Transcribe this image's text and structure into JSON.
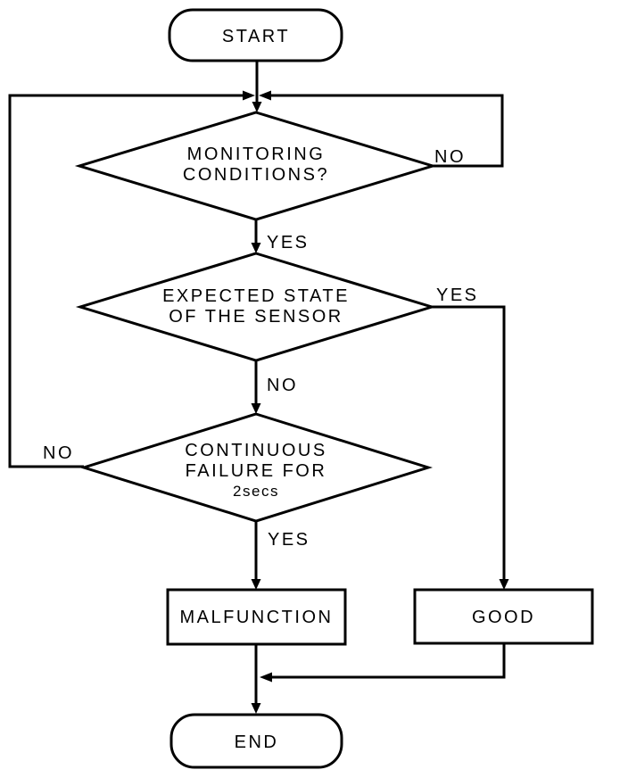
{
  "diagram": {
    "background_color": "#ffffff",
    "line_color": "#000000",
    "nodes": {
      "start": {
        "shape": "terminator",
        "label": "START"
      },
      "monitoring": {
        "shape": "decision",
        "line1": "MONITORING",
        "line2": "CONDITIONS?"
      },
      "expected": {
        "shape": "decision",
        "line1": "EXPECTED STATE",
        "line2": "OF THE SENSOR"
      },
      "continuous": {
        "shape": "decision",
        "line1": "CONTINUOUS",
        "line2": "FAILURE FOR",
        "line3": "2secs"
      },
      "malfunction": {
        "shape": "process",
        "label": "MALFUNCTION"
      },
      "good": {
        "shape": "process",
        "label": "GOOD"
      },
      "end": {
        "shape": "terminator",
        "label": "END"
      }
    },
    "edge_labels": {
      "monitoring_no": "NO",
      "monitoring_yes": "YES",
      "expected_yes": "YES",
      "expected_no": "NO",
      "continuous_no": "NO",
      "continuous_yes": "YES"
    }
  }
}
